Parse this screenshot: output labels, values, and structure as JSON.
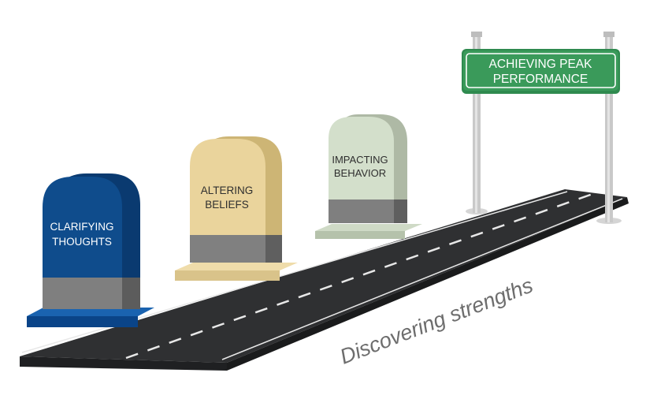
{
  "milestones": [
    {
      "line1": "CLARIFYING",
      "line2": "THOUGHTS"
    },
    {
      "line1": "ALTERING",
      "line2": "BELIEFS"
    },
    {
      "line1": "IMPACTING",
      "line2": "BEHAVIOR"
    }
  ],
  "sign": {
    "line1": "ACHIEVING PEAK",
    "line2": "PERFORMANCE"
  },
  "road_label": "Discovering strengths",
  "colors": {
    "blue": "#0f4c8c",
    "tan": "#e8d29a",
    "sage": "#cdd8c4",
    "sign_green": "#3a9a5a",
    "road": "#2f3032"
  }
}
